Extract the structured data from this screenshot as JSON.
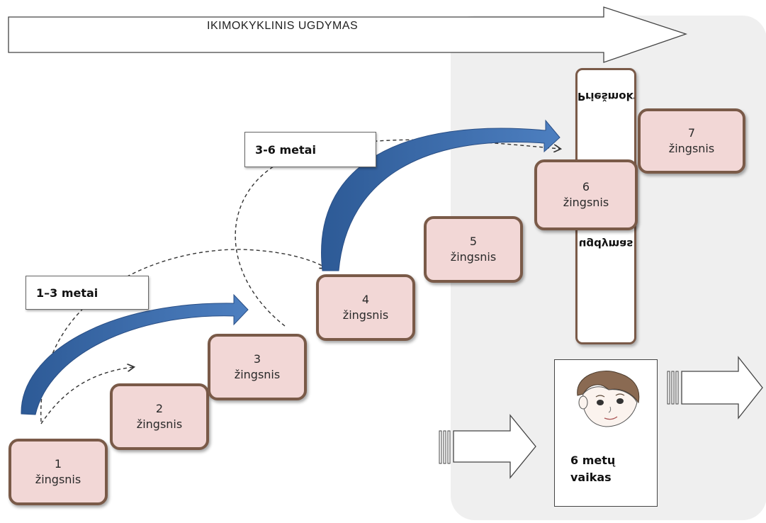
{
  "banner": {
    "text": "IKIMOKYKLINIS     UGDYMAS"
  },
  "age_labels": [
    {
      "text": "1–3  metai"
    },
    {
      "text": "3-6  metai"
    }
  ],
  "steps": [
    {
      "number": "1",
      "label": "žingsnis"
    },
    {
      "number": "2",
      "label": "žingsnis"
    },
    {
      "number": "3",
      "label": "žingsnis"
    },
    {
      "number": "4",
      "label": "žingsnis"
    },
    {
      "number": "5",
      "label": "žingsnis"
    },
    {
      "number": "6",
      "label": "žingsnis"
    },
    {
      "number": "7",
      "label": "žingsnis"
    }
  ],
  "vertical_box": {
    "top_text": "Priešmokyklinis",
    "bottom_text": "ugdymas"
  },
  "child_card": {
    "line1": "6 metų",
    "line2": "vaikas"
  },
  "colors": {
    "step_fill": "#f2d7d6",
    "step_border": "#7a5a48",
    "curved_arrow": "#3f6fae",
    "panel": "#efefef"
  }
}
